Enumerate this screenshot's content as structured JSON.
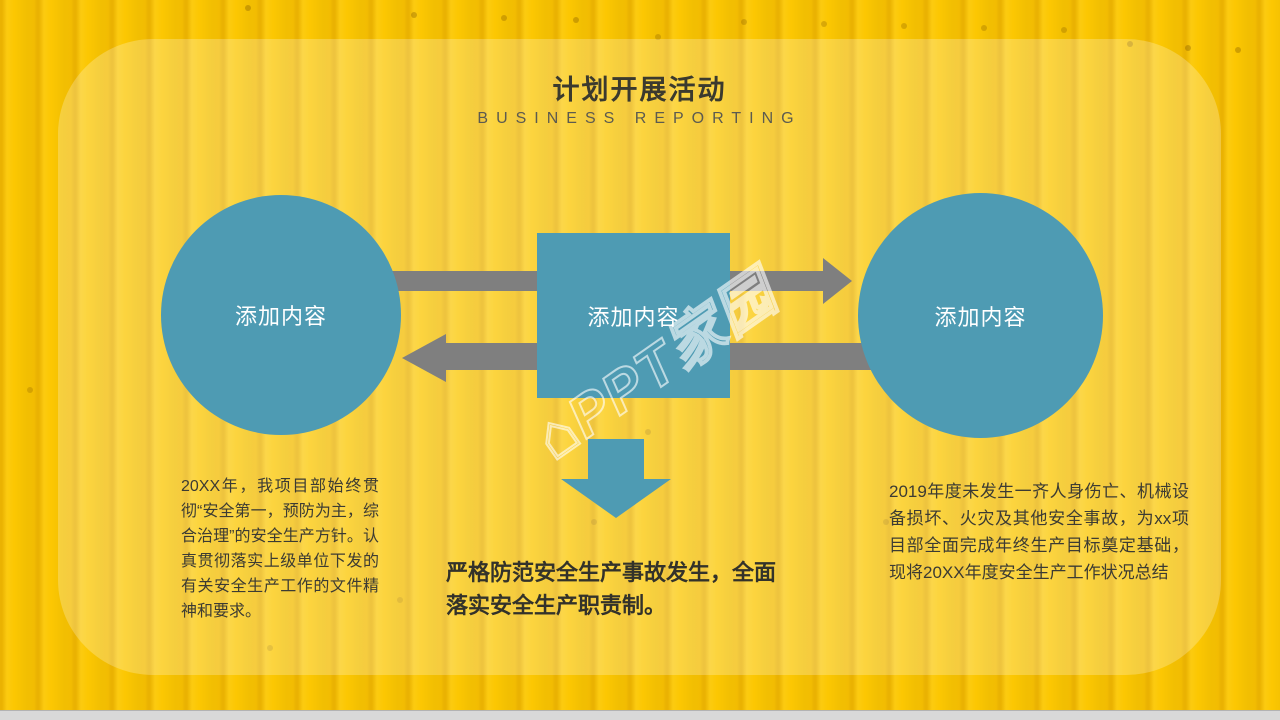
{
  "header": {
    "title": "计划开展活动",
    "subtitle": "BUSINESS REPORTING"
  },
  "diagram": {
    "left_node_label": "添加内容",
    "center_node_label": "添加内容",
    "right_node_label": "添加内容"
  },
  "paragraphs": {
    "left": "20XX年，我项目部始终贯彻“安全第一，预防为主，综合治理”的安全生产方针。认真贯彻落实上级单位下发的有关安全生产工作的文件精神和要求。",
    "right": "2019年度未发生一齐人身伤亡、机械设备损坏、火灾及其他安全事故，为xx项目部全面完成年终生产目标奠定基础，现将20XX年度安全生产工作状况总结",
    "bottom": "严格防范安全生产事故发生，全面落实安全生产职责制。"
  },
  "watermark": {
    "house_icon": "⌂",
    "text": "PPT家园"
  },
  "colors": {
    "background_yellow": "#fcc702",
    "card_yellow_overlay": "rgba(255,255,255,0.24)",
    "node_teal": "#4e9bb3",
    "arrow_gray": "#7f7f7f",
    "title_text": "#3b3a2e",
    "subtitle_text": "#5c5b50",
    "body_text": "#3c3b33",
    "bottom_strip": "#d9d9d9"
  }
}
